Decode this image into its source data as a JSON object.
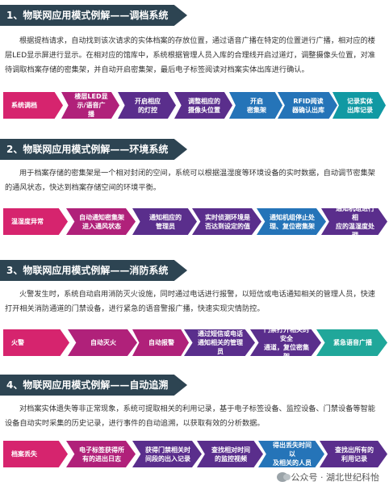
{
  "sections": [
    {
      "title": "1、物联网应用模式例解——调档系统",
      "description": "根据提档请求，自动找到该次请求的实体档案的存放位置，通过语音广播在特定的位置进行广播，相对应的楼层LED显示屏进行显示。在相对应的馆库中，系统根据管理人员入库的合理线开启过道灯，调整摄像头位置，对准待调取档案存储的密集架，并自动开启密集架，最后电子标签阅读对档案实体出库进行确认。",
      "steps": [
        "系统调档",
        "楼层LED显\n示/语音广播",
        "开启相应\n的灯控",
        "调整相应的\n摄像头位置",
        "开启\n密集架",
        "RFID阅读\n器确认出库",
        "记录实体\n出库记录"
      ]
    },
    {
      "title": "2、物联网应用模式例解——环境系统",
      "description": "用于档案存储的密集架是一个相对封闭的空间，系统可以根据温湿度等环境设备的实时数据，自动调节密集架的通风状态，快达到档案存储空间的环境平衡。",
      "steps": [
        "温湿度异常",
        "自动通知密集架\n进入通风状态",
        "通知相应的\n管理员",
        "实时侦测环境是\n否达到设定的值",
        "通知机组停止处\n理、复位密集架",
        "通知机组进行相\n应的温湿度处理"
      ]
    },
    {
      "title": "3、物联网应用模式例解——消防系统",
      "description": "火警发生时，系统自动启用消防灭火设施，同时通过电话进行报警，以短信或电话通知相关的管理人员，快速打开相关消防通道的门禁设备，进行紧急的语音警报广播，快速实现灾情防控。",
      "steps": [
        "火警",
        "自动灭火",
        "自动报警",
        "通过短信或电话\n通知相关的管理员",
        "门禁打开相关的安全\n通道，复位密集架",
        "紧急语音广播"
      ]
    },
    {
      "title": "4、物联网应用模式例解——自动追溯",
      "description": "对档案实体遗失等非正常现象，系统可提取相关的利用记录，基于电子标签设备、监控设备、门禁设备等智能设备自动实时采集的历史记录，进行事件的自动追溯，以获取有效的分析数据。",
      "steps": [
        "档案丢失",
        "电子标签获得所\n有的进出日志",
        "获得门禁相关时\n间段的出入记录",
        "查找相对时间\n的监控视频",
        "得出丢失时间以\n及相关的人员",
        "查找出所有的\n利用记录"
      ]
    }
  ],
  "watermark": {
    "icon": "wechat-icon",
    "text": "公众号 · 湖北世纪科怡"
  }
}
